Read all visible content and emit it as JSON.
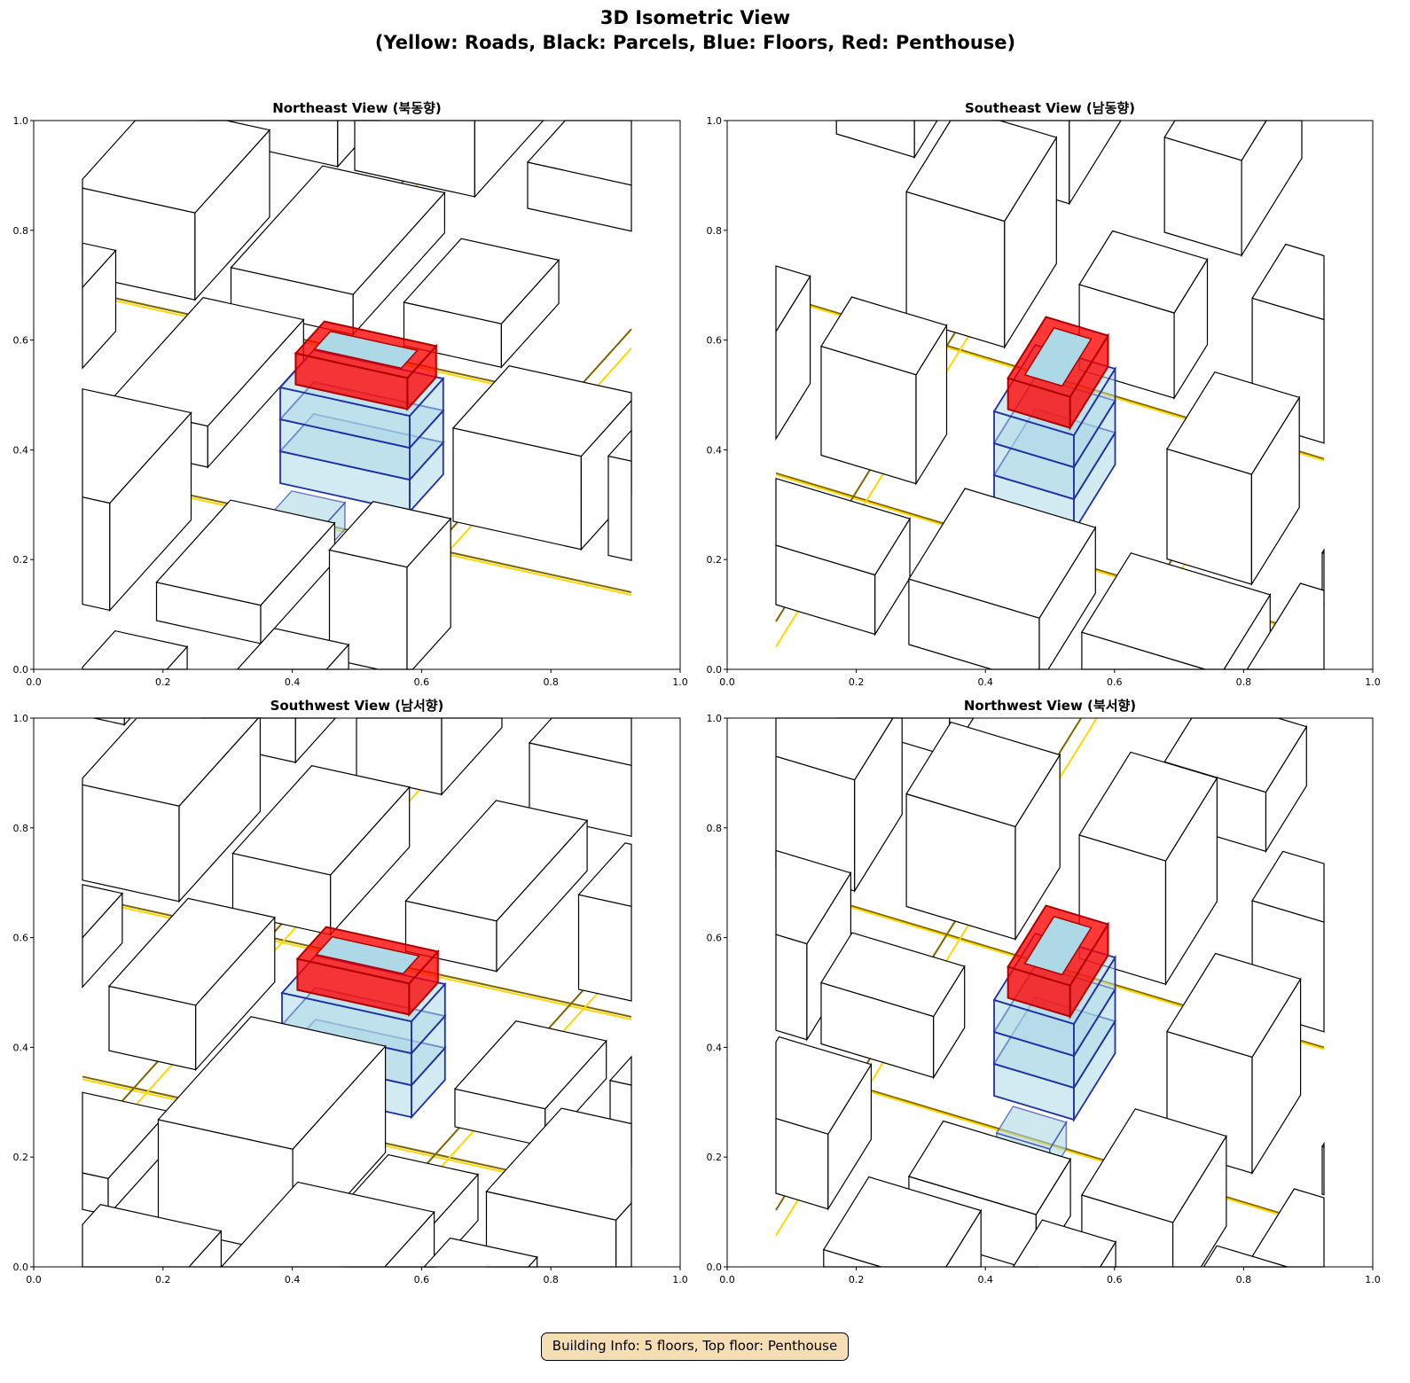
{
  "figure": {
    "title_line1": "3D Isometric View",
    "title_line2": "(Yellow: Roads, Black: Parcels, Blue: Floors, Red: Penthouse)",
    "info_box": "Building Info: 5 floors, Top floor: Penthouse"
  },
  "colors": {
    "road": "#ffd700",
    "road_edge": "#806600",
    "parcel": "#000000",
    "floor_fill": "#add8e6",
    "floor_edge": "#1f2fa8",
    "penthouse": "#ff0000",
    "info_bg": "#f5deb3"
  },
  "chart_data": [
    {
      "type": "3d-isometric",
      "title": "Northeast View (북동향)",
      "xlim": [
        0,
        1
      ],
      "ylim": [
        0,
        1
      ],
      "xticks": [
        "0.0",
        "0.2",
        "0.4",
        "0.6",
        "0.8",
        "1.0"
      ],
      "yticks": [
        "0.0",
        "0.2",
        "0.4",
        "0.6",
        "0.8",
        "1.0"
      ],
      "floors": 5,
      "top_floor": "Penthouse"
    },
    {
      "type": "3d-isometric",
      "title": "Southeast View (남동향)",
      "xlim": [
        0,
        1
      ],
      "ylim": [
        0,
        1
      ],
      "xticks": [
        "0.0",
        "0.2",
        "0.4",
        "0.6",
        "0.8",
        "1.0"
      ],
      "yticks": [
        "0.0",
        "0.2",
        "0.4",
        "0.6",
        "0.8",
        "1.0"
      ],
      "floors": 5,
      "top_floor": "Penthouse"
    },
    {
      "type": "3d-isometric",
      "title": "Southwest View (남서향)",
      "xlim": [
        0,
        1
      ],
      "ylim": [
        0,
        1
      ],
      "xticks": [
        "0.0",
        "0.2",
        "0.4",
        "0.6",
        "0.8",
        "1.0"
      ],
      "yticks": [
        "0.0",
        "0.2",
        "0.4",
        "0.6",
        "0.8",
        "1.0"
      ],
      "floors": 5,
      "top_floor": "Penthouse"
    },
    {
      "type": "3d-isometric",
      "title": "Northwest View (북서향)",
      "xlim": [
        0,
        1
      ],
      "ylim": [
        0,
        1
      ],
      "xticks": [
        "0.0",
        "0.2",
        "0.4",
        "0.6",
        "0.8",
        "1.0"
      ],
      "yticks": [
        "0.0",
        "0.2",
        "0.4",
        "0.6",
        "0.8",
        "1.0"
      ],
      "floors": 5,
      "top_floor": "Penthouse"
    }
  ]
}
